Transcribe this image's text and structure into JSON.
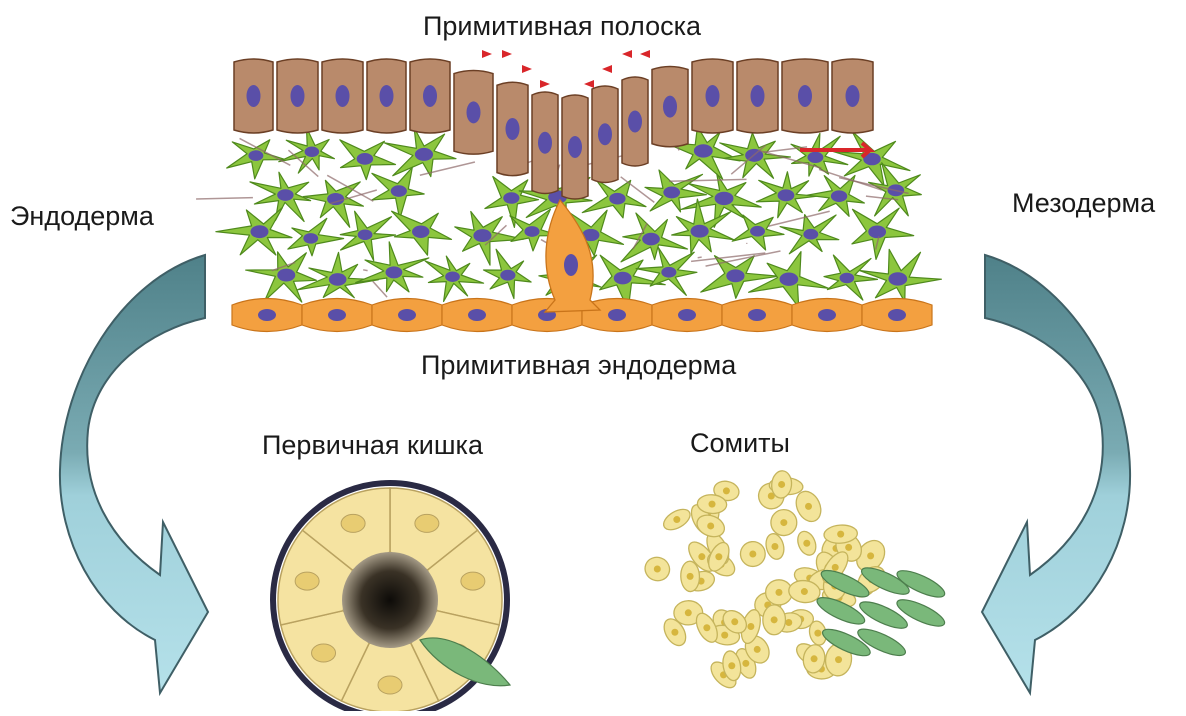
{
  "labels": {
    "primitive_streak": "Примитивная полоска",
    "endoderm": "Эндодерма",
    "mesoderm": "Мезодерма",
    "primitive_endoderm": "Примитивная эндодерма",
    "primitive_gut": "Первичная кишка",
    "somites": "Сомиты"
  },
  "colors": {
    "epiblast_fill": "#b98a6b",
    "epiblast_stroke": "#6b3f25",
    "mesenchyme_fill": "#8cc63e",
    "mesenchyme_stroke": "#4f8a1c",
    "endoderm_layer_fill": "#f3a040",
    "endoderm_layer_stroke": "#c9741a",
    "nucleus": "#5a4fa8",
    "migration_arrow": "#d9262a",
    "gut_cell_fill": "#f5e3a1",
    "gut_cell_stroke": "#b9a260",
    "gut_ring": "#2a2a44",
    "somite_cell_fill": "#f3e49a",
    "somite_cell_stroke": "#c5b45c",
    "fibroblast_fill": "#7ab87a",
    "curved_arrow_dark": "#5b8c93",
    "curved_arrow_light": "#a7d6df"
  },
  "icons": {
    "endoderm_arrow": "curved-arrow-down-icon",
    "mesoderm_arrow": "curved-arrow-down-icon"
  }
}
